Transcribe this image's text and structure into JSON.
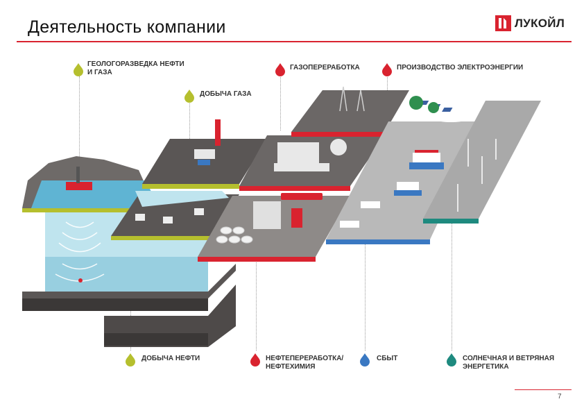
{
  "header": {
    "title": "Деятельность компании",
    "logo_text": "ЛУКОЙЛ"
  },
  "labels": {
    "exploration_line1": "ГЕОЛОГОРАЗВЕДКА НЕФТИ",
    "exploration_line2": "И ГАЗА",
    "gas_production": "ДОБЫЧА ГАЗА",
    "gas_processing": "ГАЗОПЕРЕРАБОТКА",
    "power_generation": "ПРОИЗВОДСТВО ЭЛЕКТРОЭНЕРГИИ",
    "oil_production": "ДОБЫЧА НЕФТИ",
    "refining_line1": "НЕФТЕПЕРЕРАБОТКА/",
    "refining_line2": "НЕФТЕХИМИЯ",
    "sales": "СБЫТ",
    "renewables_line1": "СОЛНЕЧНАЯ И ВЕТРЯНАЯ",
    "renewables_line2": "ЭНЕРГЕТИКА"
  },
  "colors": {
    "brand_red": "#d9232f",
    "upstream_green": "#b5bf2e",
    "sales_blue": "#3a78c2",
    "renewables_teal": "#1e8a7f"
  },
  "icons": {
    "drop": "drop-icon",
    "logo": "lukoil-logo-icon"
  },
  "footer": {
    "page_number": "7"
  }
}
